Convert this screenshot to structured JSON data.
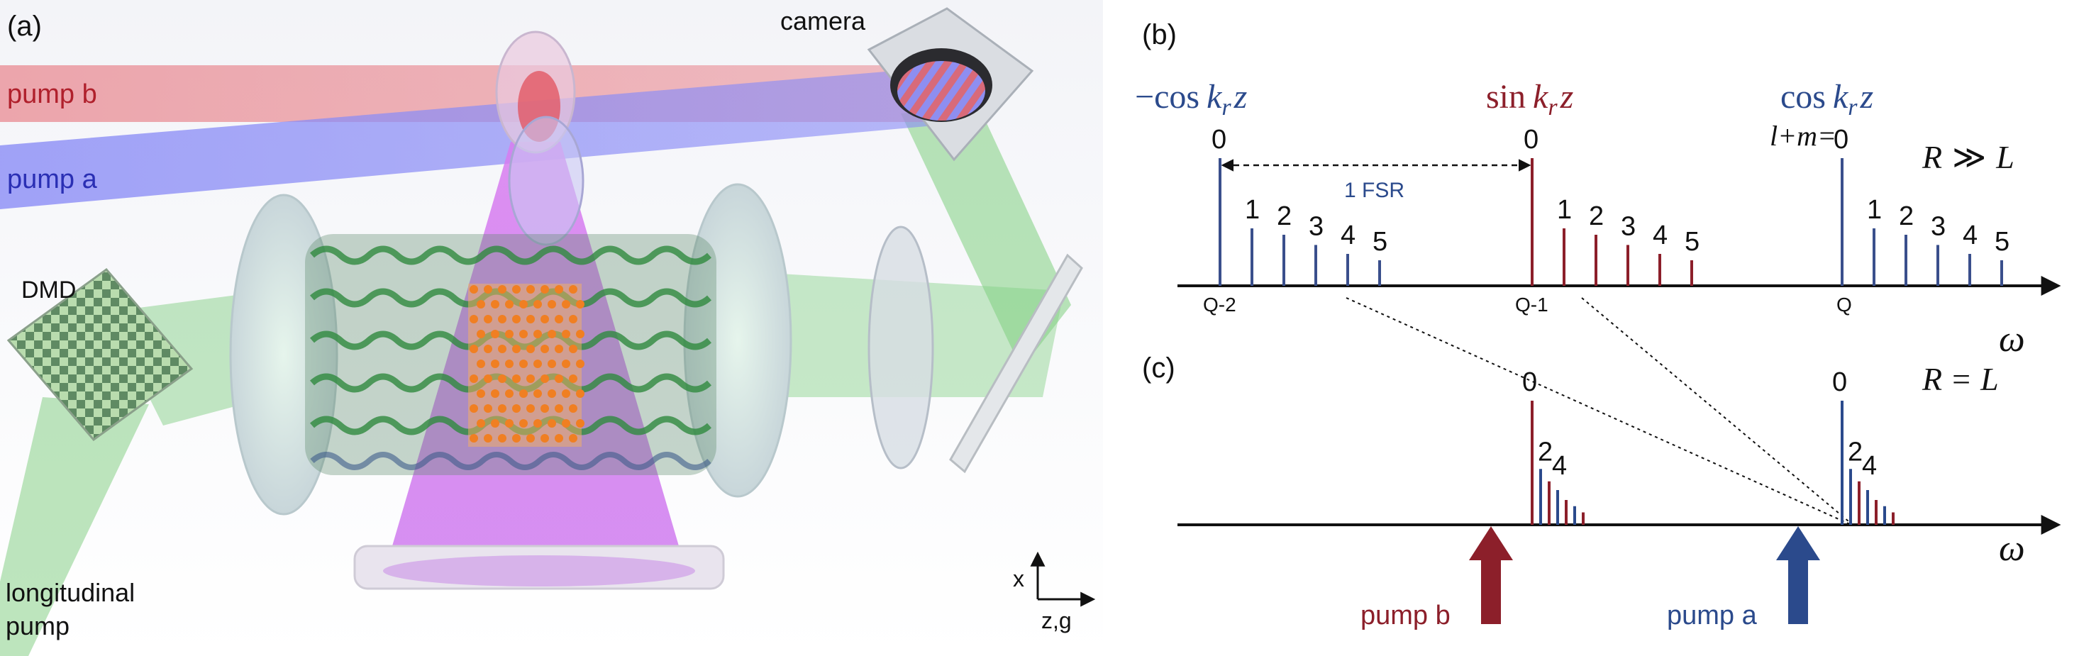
{
  "panel_a": {
    "panel_label": "(a)",
    "labels": {
      "camera": "camera",
      "pump_b": "pump b",
      "pump_a": "pump a",
      "dmd": "DMD",
      "longitudinal_1": "longitudinal",
      "longitudinal_2": "pump"
    },
    "axes": {
      "x": "x",
      "zg": "z,g"
    },
    "colors": {
      "pump_b_beam": "#e88a90",
      "pump_a_beam": "#8c8cf5",
      "green_beam": "#7fcf80",
      "magenta_beam": "#c860ee",
      "lattice": "#f09a3a"
    }
  },
  "panel_b": {
    "panel_label": "(b)",
    "mode_headers": {
      "left_math": "−cos",
      "mid_math": "sin",
      "right_math": "cos",
      "kr": "k",
      "r": "r",
      "z": "z"
    },
    "order_label_prefix": "l+m=",
    "regime": {
      "R": "R",
      "op": "≫",
      "L": "L"
    },
    "fsr_label": "1 FSR",
    "axis_label": "ω",
    "groups": [
      {
        "tick": "Q-2",
        "numbers": [
          "0",
          "1",
          "2",
          "3",
          "4",
          "5"
        ],
        "color": "#3a4f8c"
      },
      {
        "tick": "Q-1",
        "numbers": [
          "0",
          "1",
          "2",
          "3",
          "4",
          "5"
        ],
        "color": "#8c1f2a"
      },
      {
        "tick": "Q",
        "numbers": [
          "0",
          "1",
          "2",
          "3",
          "4",
          "5"
        ],
        "color": "#3a4f8c"
      }
    ]
  },
  "panel_c": {
    "panel_label": "(c)",
    "regime": {
      "R": "R",
      "op": "=",
      "L": "L"
    },
    "axis_label": "ω",
    "numbers_left": [
      "0",
      "2",
      "4"
    ],
    "numbers_right": [
      "0",
      "2",
      "4"
    ],
    "pumps": {
      "pump_b": "pump b",
      "pump_a": "pump a"
    },
    "colors": {
      "red": "#8c1f2a",
      "blue": "#2b4a8c"
    }
  },
  "chart_data": [
    {
      "type": "bar",
      "title": "",
      "xlabel": "ω",
      "ylabel": "",
      "categories": [
        "Q-2",
        "Q-1",
        "Q"
      ],
      "series": [
        {
          "name": "",
          "values": [
            1.0,
            0.45,
            0.4,
            0.32,
            0.25,
            0.2
          ]
        },
        {
          "name": "",
          "values": [
            1.0,
            0.45,
            0.4,
            0.32,
            0.25,
            0.2
          ]
        },
        {
          "name": "",
          "values": [
            1.0,
            0.45,
            0.4,
            0.32,
            0.25,
            0.2
          ]
        }
      ]
    },
    {
      "type": "bar",
      "title": "",
      "xlabel": "ω",
      "ylabel": "",
      "series": [
        {
          "name": "",
          "values": [
            1.0,
            0.45,
            0.35,
            0.28,
            0.2,
            0.15,
            0.1
          ]
        },
        {
          "name": "",
          "values": [
            1.0,
            0.45,
            0.35,
            0.28,
            0.2,
            0.15,
            0.1
          ]
        }
      ]
    }
  ]
}
